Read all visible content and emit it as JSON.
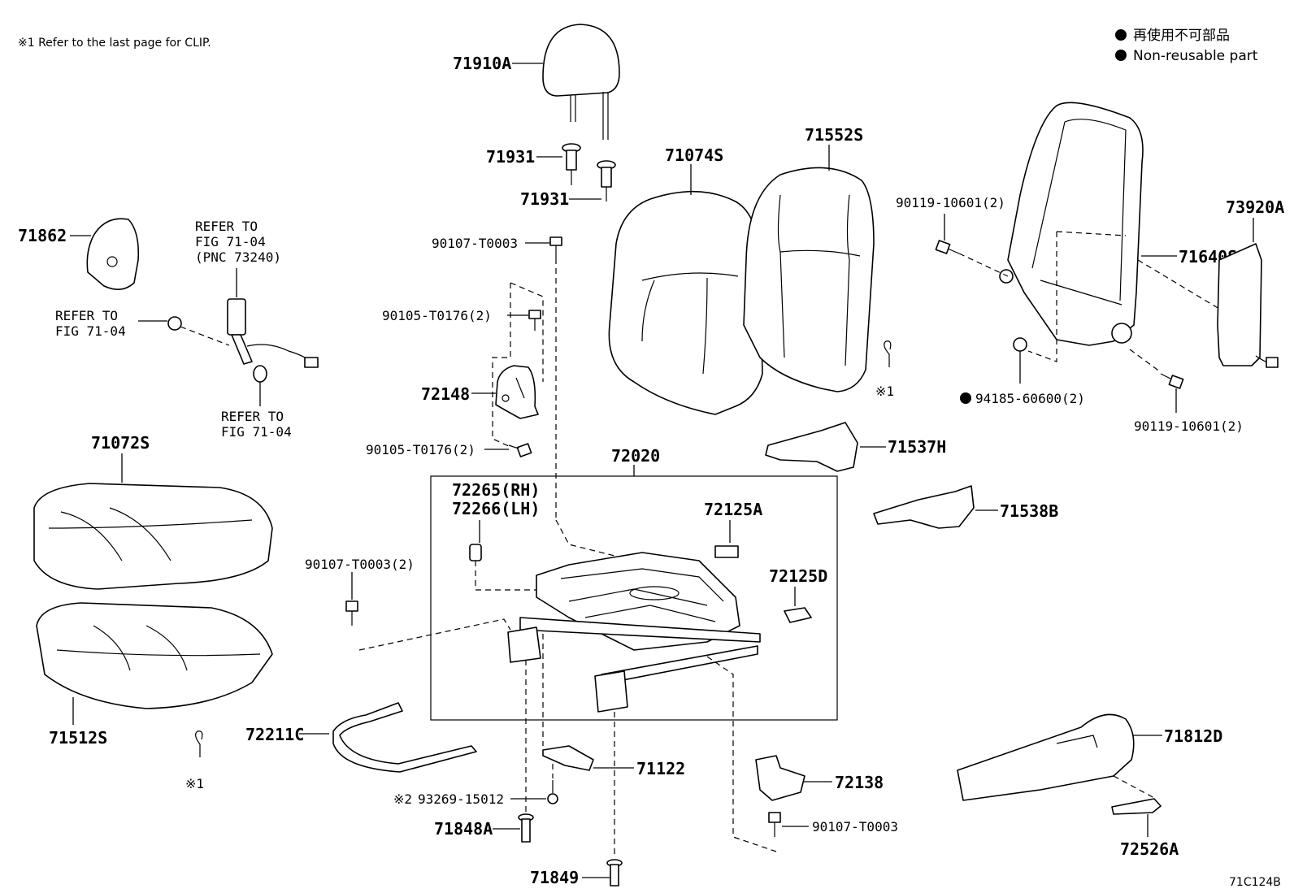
{
  "note": "※1 Refer to the last page for CLIP.",
  "legend": {
    "jp": "再使用不可部品",
    "en": "Non-reusable part"
  },
  "diagram_code": "71C124B",
  "refer": {
    "line1": "REFER TO",
    "line2": "FIG 71-04",
    "pnc": "(PNC 73240)"
  },
  "clip_mark": "※1",
  "clip_mark2": "※2",
  "parts": {
    "p71910A": "71910A",
    "p71931a": "71931",
    "p71931b": "71931",
    "p71074S": "71074S",
    "p71552S": "71552S",
    "p71862": "71862",
    "p90107_T0003_top": "90107-T0003",
    "p90105_T0176_a": "90105-T0176(2)",
    "p72148": "72148",
    "p90105_T0176_b": "90105-T0176(2)",
    "p72020": "72020",
    "p72265": "72265(RH)",
    "p72266": "72266(LH)",
    "p72125A": "72125A",
    "p72125D": "72125D",
    "p90107_T0003_2": "90107-T0003(2)",
    "p71072S": "71072S",
    "p71512S": "71512S",
    "p72211C": "72211C",
    "p71122": "71122",
    "p93269": "93269-15012",
    "p71848A": "71848A",
    "p71849": "71849",
    "p72138": "72138",
    "p90107_T0003_bot": "90107-T0003",
    "p71537H": "71537H",
    "p71538B": "71538B",
    "p90119_a": "90119-10601(2)",
    "p90119_b": "90119-10601(2)",
    "p94185": "94185-60600(2)",
    "p71640S": "71640S",
    "p73920A": "73920A",
    "p71812D": "71812D",
    "p72526A": "72526A"
  }
}
